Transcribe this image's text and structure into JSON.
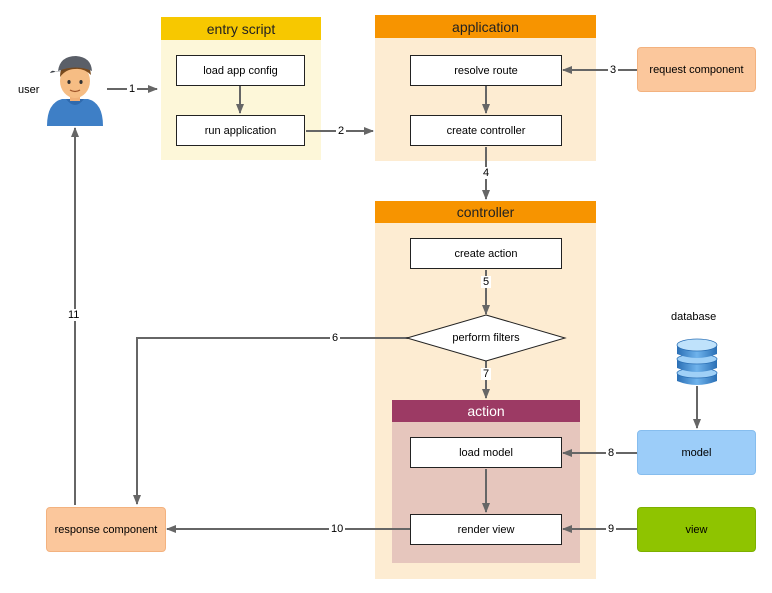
{
  "actors": {
    "user": "user",
    "database": "database"
  },
  "panels": {
    "entry_script": "entry script",
    "application": "application",
    "controller": "controller",
    "action": "action"
  },
  "boxes": {
    "load_app_config": "load app config",
    "run_application": "run application",
    "resolve_route": "resolve route",
    "create_controller": "create controller",
    "create_action": "create action",
    "perform_filters": "perform filters",
    "load_model": "load model",
    "render_view": "render view"
  },
  "components": {
    "request_component": "request component",
    "response_component": "response component",
    "model": "model",
    "view": "view"
  },
  "steps": [
    "1",
    "2",
    "3",
    "4",
    "5",
    "6",
    "7",
    "8",
    "9",
    "10",
    "11"
  ],
  "colors": {
    "entry_header": "#f7c800",
    "entry_panel": "#fdf7d9",
    "app_header": "#f79400",
    "app_panel": "#fdecd2",
    "action_header": "#9c3a64",
    "action_panel": "#e6c6bd",
    "component_orange": "#fbc79c",
    "component_blue": "#9ccdf9",
    "component_green": "#8fc400",
    "arrow": "#666666"
  },
  "icons": {
    "user": "user-icon",
    "database": "database-icon"
  }
}
